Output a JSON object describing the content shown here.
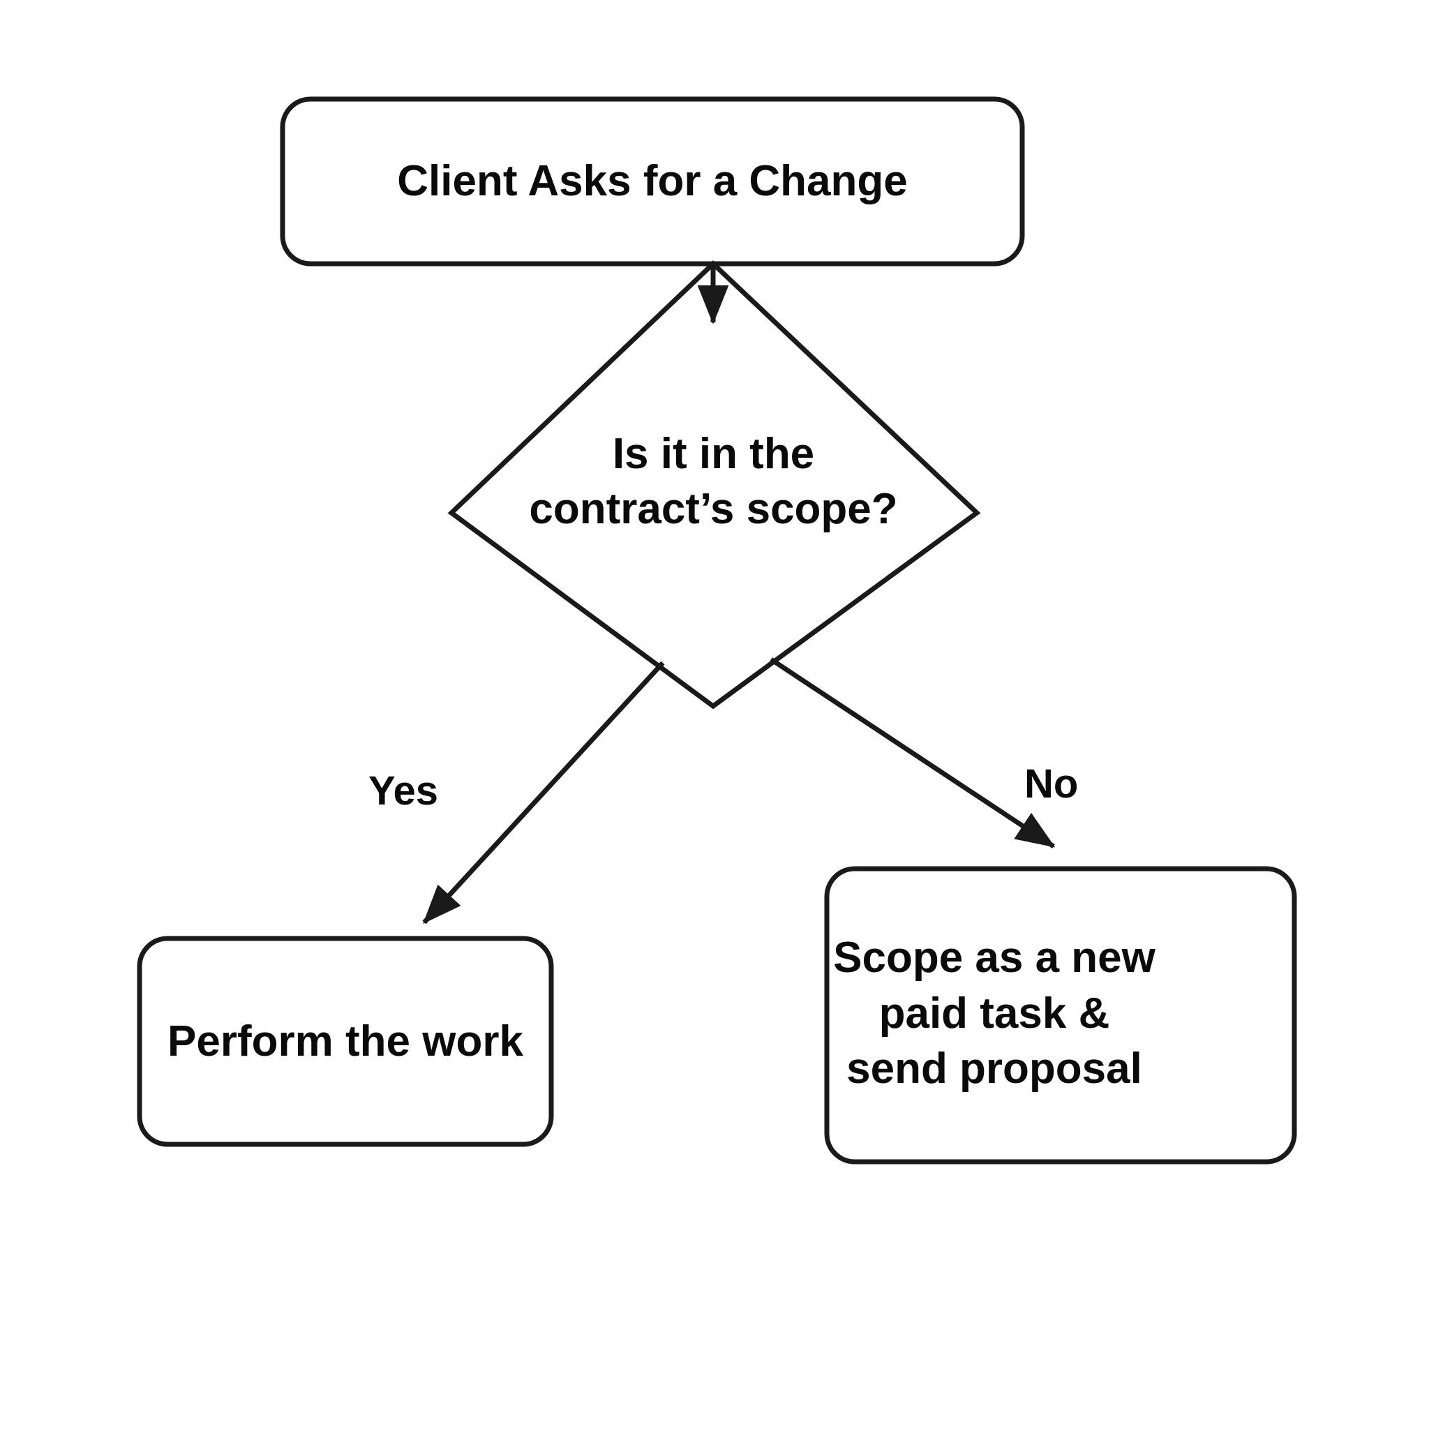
{
  "diagram": {
    "type": "flowchart",
    "background_color": "#ffffff",
    "stroke_color": "#1a1a1a",
    "text_color": "#0a0a0a",
    "nodes": [
      {
        "id": "start",
        "shape": "rounded-rectangle",
        "label": "Client Asks for a Change"
      },
      {
        "id": "decision",
        "shape": "diamond",
        "label": "Is it in the\ncontract’s scope?"
      },
      {
        "id": "perform",
        "shape": "rounded-rectangle",
        "label": "Perform the work"
      },
      {
        "id": "scope",
        "shape": "rounded-rectangle",
        "label": "Scope as a new\npaid task &\nsend proposal"
      }
    ],
    "edges": [
      {
        "id": "start-to-decision",
        "from": "start",
        "to": "decision",
        "label": ""
      },
      {
        "id": "decision-to-perform",
        "from": "decision",
        "to": "perform",
        "label": "Yes"
      },
      {
        "id": "decision-to-scope",
        "from": "decision",
        "to": "scope",
        "label": "No"
      }
    ]
  }
}
